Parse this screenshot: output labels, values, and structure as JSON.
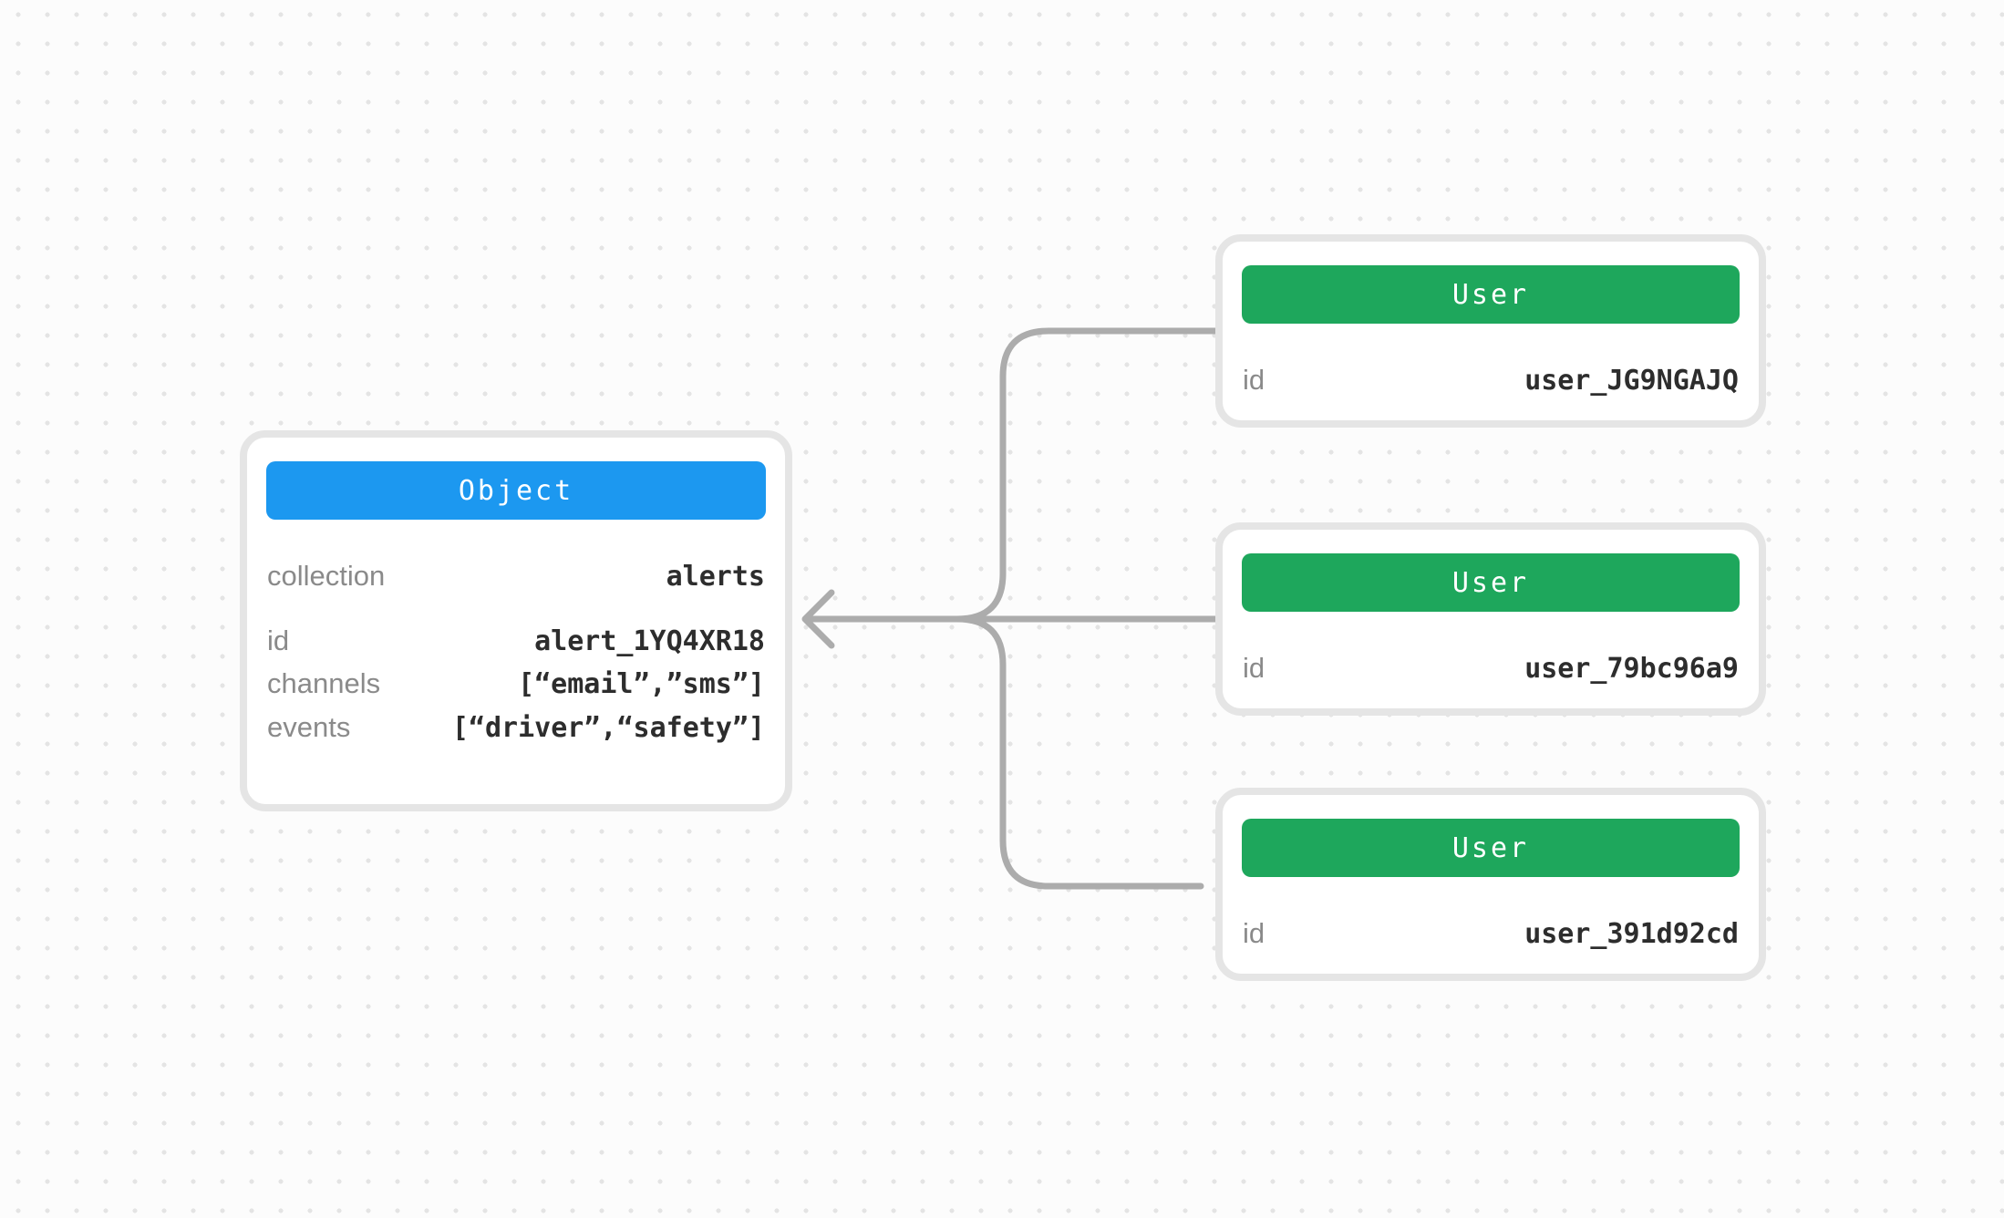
{
  "object_card": {
    "header": "Object",
    "rows": [
      {
        "label": "collection",
        "value": "alerts"
      },
      {
        "label": "id",
        "value": "alert_1YQ4XR18"
      },
      {
        "label": "channels",
        "value": "[“email”,”sms”]"
      },
      {
        "label": "events",
        "value": "[“driver”,“safety”]"
      }
    ]
  },
  "user_cards": [
    {
      "header": "User",
      "id_label": "id",
      "id_value": "user_JG9NGAJQ"
    },
    {
      "header": "User",
      "id_label": "id",
      "id_value": "user_79bc96a9"
    },
    {
      "header": "User",
      "id_label": "id",
      "id_value": "user_391d92cd"
    }
  ],
  "colors": {
    "object_header": "#1C98F0",
    "user_header": "#1EA75C",
    "connector": "#ACACAC",
    "card_border": "#E5E5E5",
    "card_background": "#FFFFFF",
    "label_text": "#8A8A8A",
    "value_text": "#2D2D2D",
    "canvas_background": "#FCFCFC",
    "dot_grid": "#E4E4E4"
  }
}
